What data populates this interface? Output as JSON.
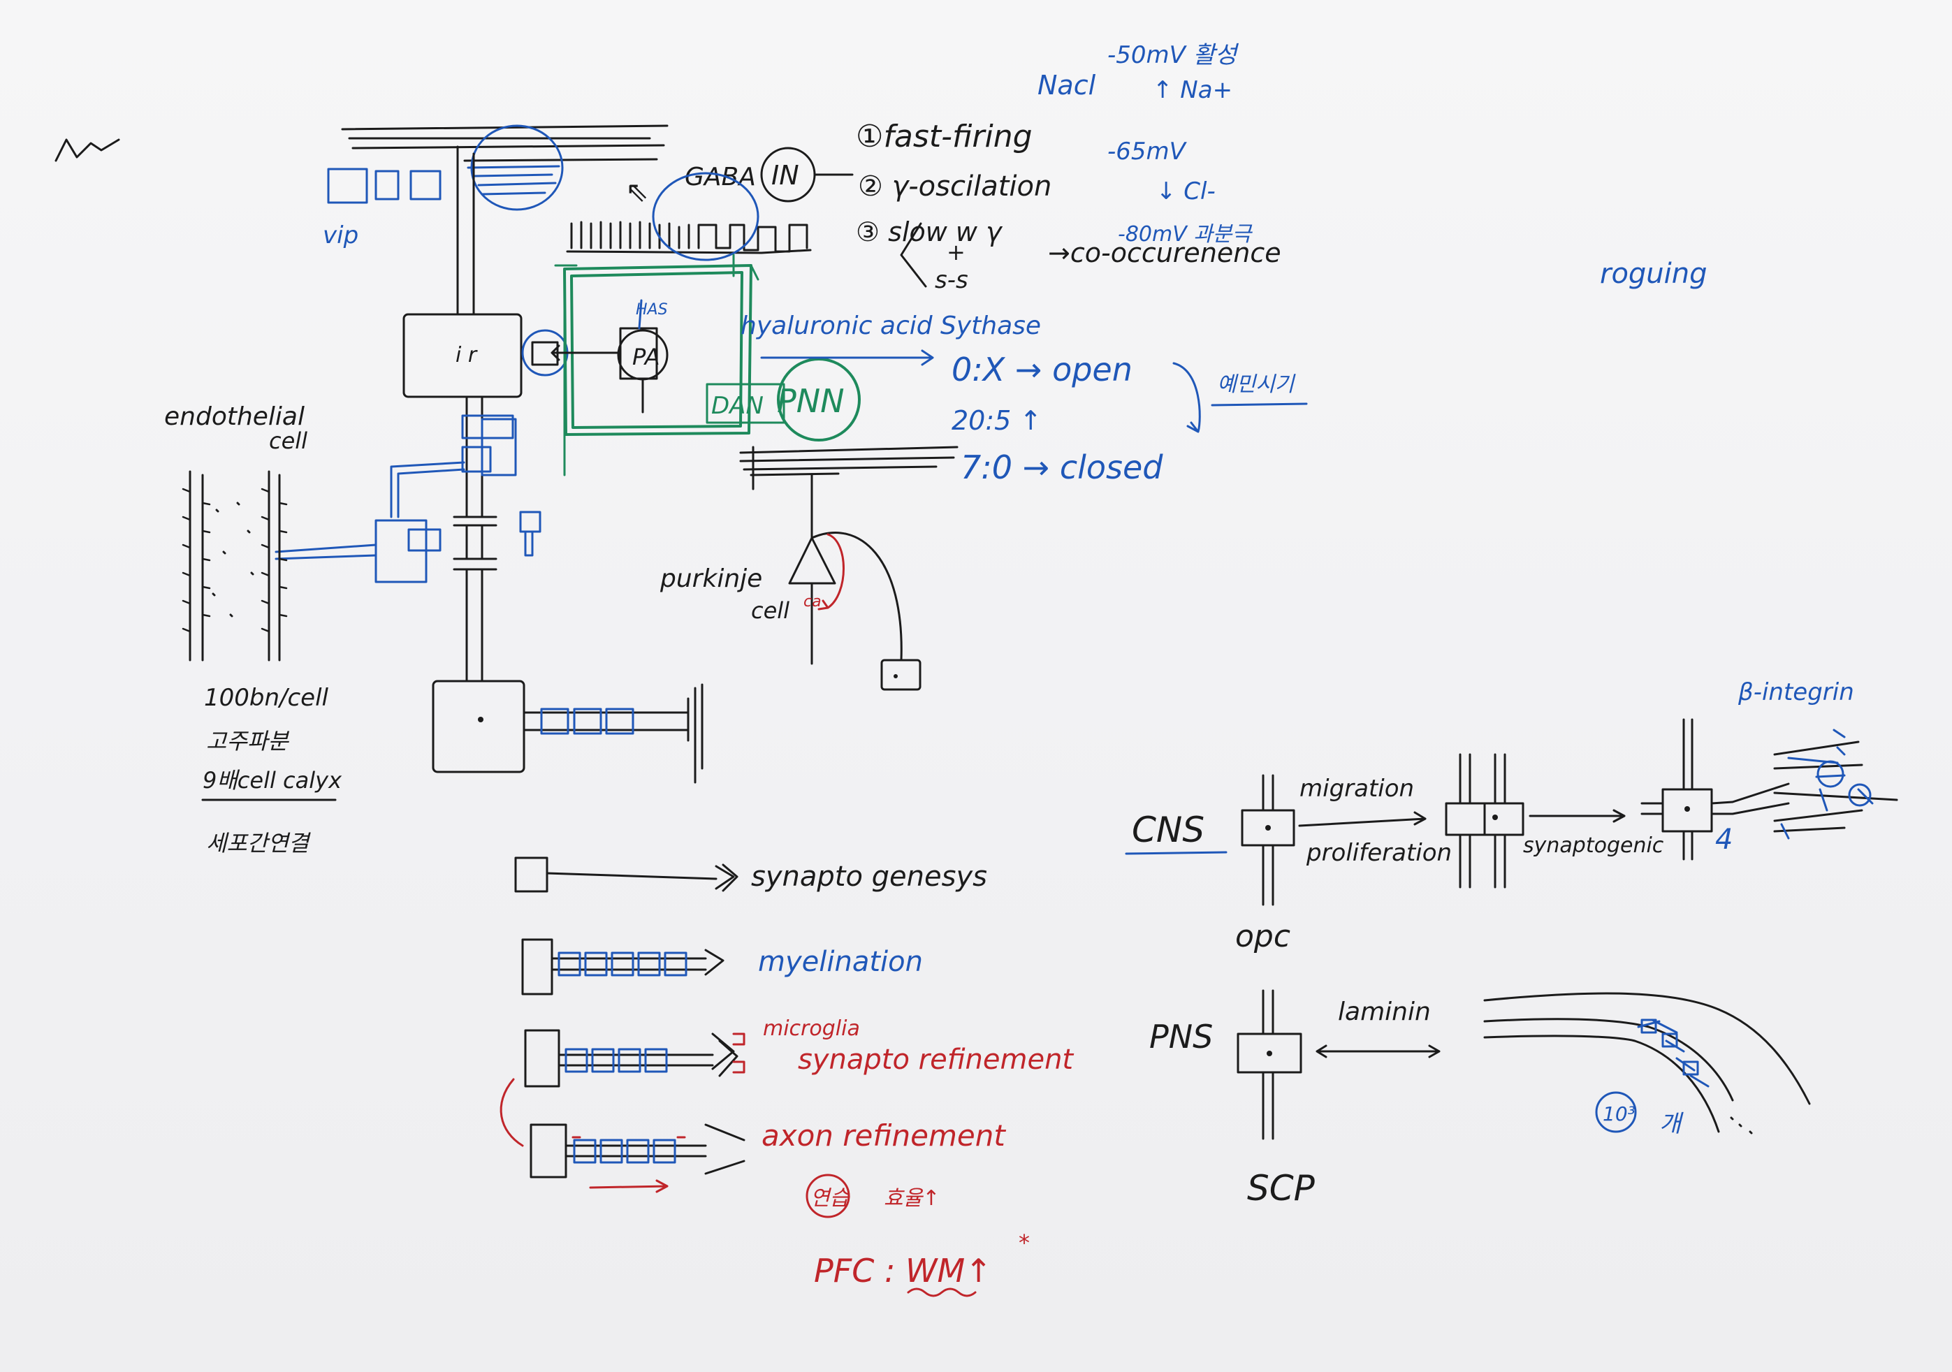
{
  "colors": {
    "black": "#1b1b1b",
    "blue": "#1f57b8",
    "green": "#1e8a5c",
    "red": "#c0252a",
    "paper": "#f3f3f5"
  },
  "neuron_panel": {
    "vip_label": "vip",
    "gaba_label": "GABA",
    "in_label": "IN",
    "ha_label": "HAS",
    "pa_label": "PA",
    "pnn_label": "PNN",
    "pnn_prefix": "DAN",
    "hyaluronic_label": "hyaluronic acid Sythase",
    "purkinje_label": "purkinje",
    "purkinje_cell": "cell",
    "endothelial_label": "endothelial",
    "endothelial_cell": "cell",
    "note_1": "100bn/cell",
    "note_2": "고주파분",
    "note_3": "9배cell calyx",
    "note_4": "세포간연결"
  },
  "firing_notes": {
    "item_1": "①fast-firing",
    "item_2": "② γ-oscilation",
    "item_3_a": "③ slow w  γ",
    "item_3_plus": "+",
    "item_3_b": "s-s",
    "co_occurrence": "→co-occurenence",
    "nacl": "Nacl",
    "mv_50": "-50mV 활성",
    "na": "↑ Na+",
    "mv_65": "-65mV",
    "cl": "↓ Cl-",
    "mv_80": "-80mV 과분극",
    "ratio_open": "0:X → open",
    "ratio_mid": "20:5 ↑",
    "ratio_closed": "7:0 → closed",
    "korean_bracket": "예민시기",
    "roguing": "roguing"
  },
  "development_list": {
    "synaptogenesis": "synapto genesys",
    "myelination": "myelination",
    "microglia": "microglia",
    "synapto_refinement": "synapto refinement",
    "axon_refinement": "axon refinement",
    "korean_learning": "연습",
    "korean_increase": "효율↑",
    "pfc": "PFC : WM↑"
  },
  "glia_panel": {
    "cns_label": "CNS",
    "opc_label": "opc",
    "migration": "migration",
    "proliferation": "proliferation",
    "synaptogenic": "synaptogenic",
    "beta_integrin": "β-integrin",
    "pns_label": "PNS",
    "scp_label": "SCP",
    "laminin": "laminin",
    "circle_label": "10³",
    "korean_gae": "개"
  }
}
